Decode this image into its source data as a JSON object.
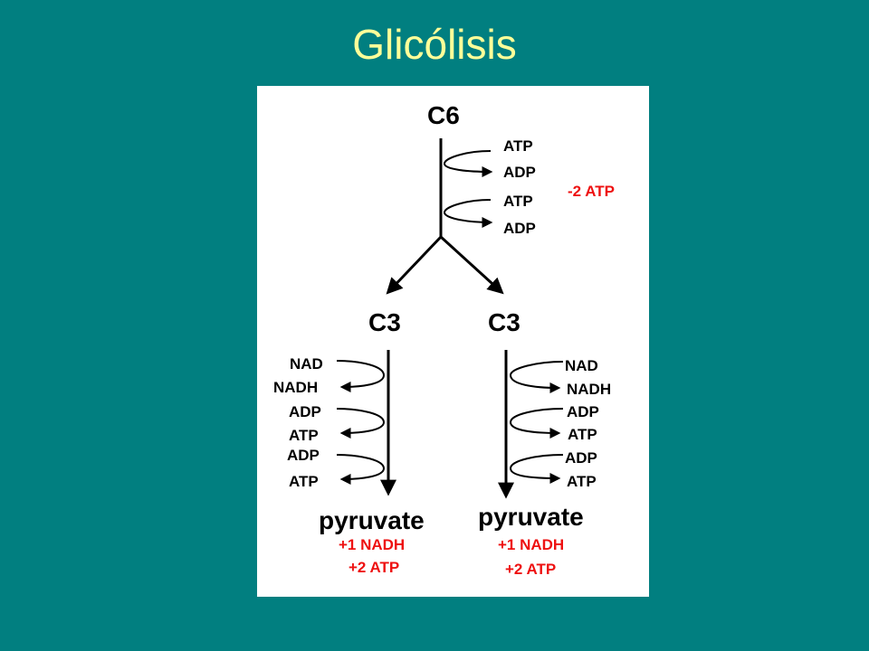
{
  "title": "Glicólisis",
  "diagram": {
    "top_label": "C6",
    "investment": {
      "steps": [
        {
          "in": "ATP",
          "out": "ADP"
        },
        {
          "in": "ATP",
          "out": "ADP"
        }
      ],
      "net": "-2 ATP"
    },
    "branches": [
      {
        "label": "C3",
        "steps": [
          {
            "in": "NAD",
            "out": "NADH"
          },
          {
            "in": "ADP",
            "out": "ATP"
          },
          {
            "in": "ADP",
            "out": "ATP"
          }
        ],
        "product": "pyruvate",
        "yield": [
          "+1 NADH",
          "+2 ATP"
        ]
      },
      {
        "label": "C3",
        "steps": [
          {
            "in": "NAD",
            "out": "NADH"
          },
          {
            "in": "ADP",
            "out": "ATP"
          },
          {
            "in": "ADP",
            "out": "ATP"
          }
        ],
        "product": "pyruvate",
        "yield": [
          "+1 NADH",
          "+2 ATP"
        ]
      }
    ],
    "colors": {
      "background": "#017f80",
      "title": "#ffff99",
      "panel": "#ffffff",
      "yield_text": "#ee1111"
    }
  }
}
